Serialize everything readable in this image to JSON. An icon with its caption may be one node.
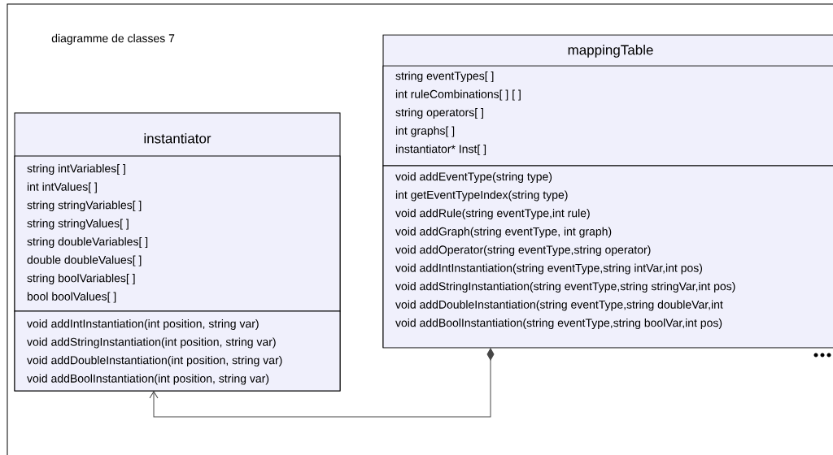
{
  "diagram": {
    "title": "diagramme de classes 7",
    "nodes": [
      {
        "text": [
          "instantiator"
        ]
      },
      {
        "text": [
          "string intVariables[ ]",
          "int intValues[ ]",
          "string stringVariables[ ]",
          "string stringValues[ ]",
          "string doubleVariables[ ]",
          "double doubleValues[ ]",
          "string boolVariables[ ]",
          "bool boolValues[ ]"
        ],
        "in": 0
      },
      {
        "text": [
          "void addIntInstantiation(int position, string var)",
          "void addStringInstantiation(int position, string var)",
          "void addDoubleInstantiation(int position, string var)",
          "void addBoolInstantiation(int position, string var)"
        ],
        "in": 0
      },
      {
        "text": [
          "mappingTable"
        ]
      },
      {
        "text": [
          "string eventTypes[ ]",
          "int ruleCombinations[ ] [ ]",
          "string operators[ ]",
          "int graphs[ ]",
          "instantiator* Inst[ ]"
        ],
        "in": 3
      },
      {
        "text": [
          "void addEventType(string type)",
          "int getEventTypeIndex(string type)",
          "void addRule(string eventType,int rule)",
          "void addGraph(string eventType, int graph)",
          "void addOperator(string eventType,string operator)",
          "void addIntInstantiation(string eventType,string intVar,int pos)",
          "void addStringInstantiation(string eventType,string stringVar,int pos)",
          "void addDoubleInstantiation(string eventType,string doubleVar,int",
          "void addBoolInstantiation(string eventType,string boolVar,int pos)"
        ],
        "in": 3
      }
    ],
    "edges": [
      {
        "from": 3,
        "to": 0,
        "arrow": "to"
      }
    ]
  }
}
